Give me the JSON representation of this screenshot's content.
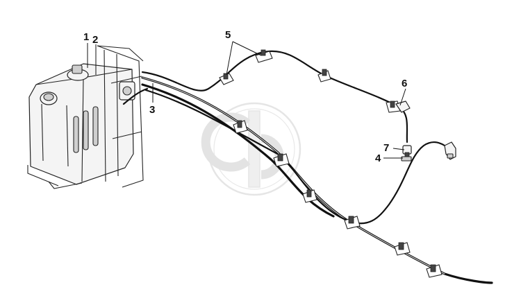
{
  "callouts": [
    {
      "id": "c1",
      "label": "1"
    },
    {
      "id": "c2",
      "label": "2"
    },
    {
      "id": "c3",
      "label": "3"
    },
    {
      "id": "c4",
      "label": "4"
    },
    {
      "id": "c5",
      "label": "5"
    },
    {
      "id": "c6",
      "label": "6"
    },
    {
      "id": "c7",
      "label": "7"
    }
  ],
  "watermark": {
    "type": "logo",
    "color": "#d9d9d9"
  },
  "colors": {
    "line": "#111111",
    "background": "#ffffff"
  }
}
